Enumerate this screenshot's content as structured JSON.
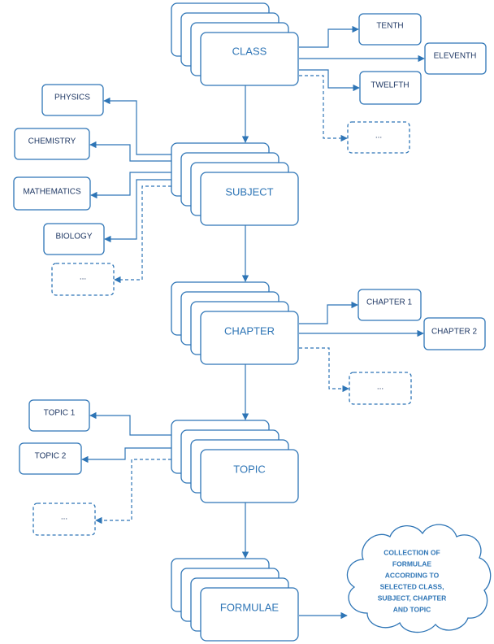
{
  "stacks": {
    "class": "CLASS",
    "subject": "SUBJECT",
    "chapter": "CHAPTER",
    "topic": "TOPIC",
    "formulae": "FORMULAE"
  },
  "class_items": [
    "TENTH",
    "ELEVENTH",
    "TWELFTH",
    "..."
  ],
  "subject_items": [
    "PHYSICS",
    "CHEMISTRY",
    "MATHEMATICS",
    "BIOLOGY",
    "..."
  ],
  "chapter_items": [
    "CHAPTER 1",
    "CHAPTER 2",
    "..."
  ],
  "topic_items": [
    "TOPIC 1",
    "TOPIC 2",
    "..."
  ],
  "cloud": {
    "lines": [
      "COLLECTION OF",
      "FORMULAE",
      "ACCORDING TO",
      "SELECTED CLASS,",
      "SUBJECT, CHAPTER",
      "AND TOPIC"
    ]
  },
  "colors": {
    "accent": "#2e75b6",
    "text_dark": "#1f3864"
  }
}
